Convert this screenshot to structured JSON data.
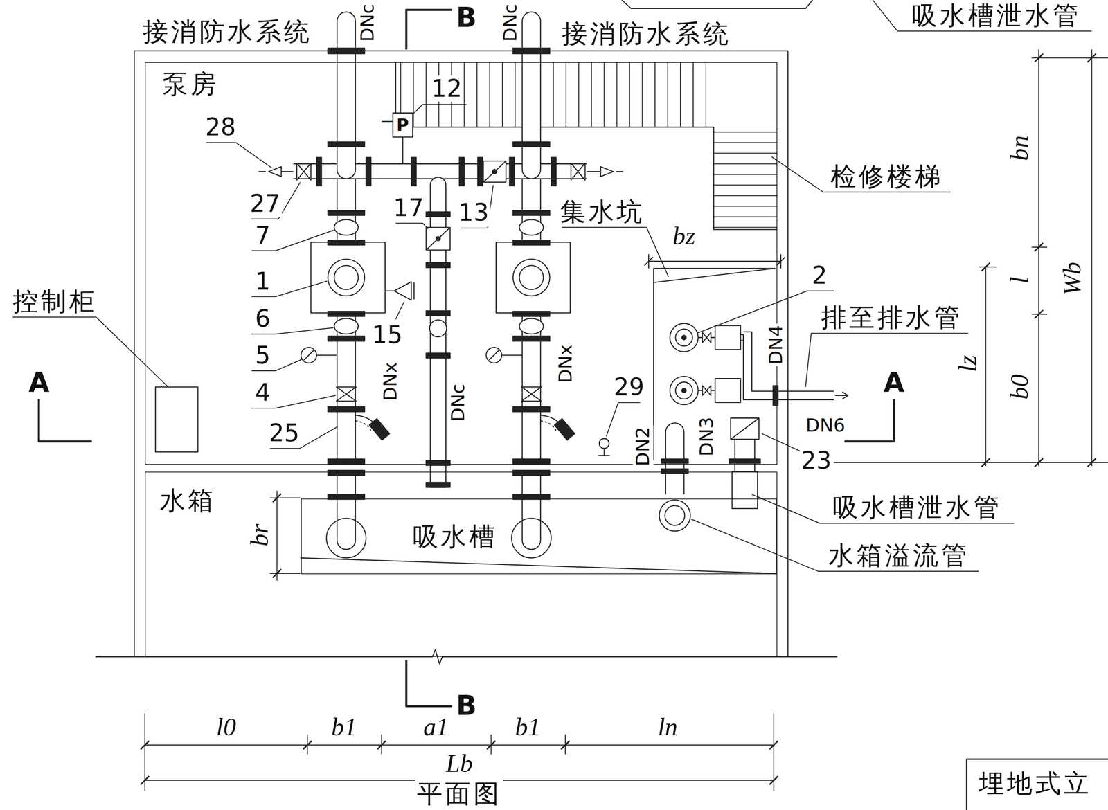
{
  "diagram": {
    "nodes": [
      {
        "text": [
          "泵房"
        ]
      },
      {
        "text": [
          "水箱"
        ]
      },
      {
        "text": [
          "吸水槽"
        ],
        "in": 1
      }
    ],
    "labels": [
      "吸水槽泄水管",
      "DNc",
      "B",
      "DNc",
      "接消防水系统",
      "接消防水系统",
      "12",
      "P",
      "28",
      "27",
      "17",
      "13",
      "7",
      "1",
      "6",
      "5",
      "15",
      "DNx",
      "4",
      "25",
      "DNc",
      "DNx",
      "检修楼梯",
      "集水坑",
      "bz",
      "2",
      "排至排水管",
      "DN4",
      "29",
      "DN6",
      "DN2",
      "DN3",
      "23",
      "吸水槽泄水管",
      "水箱溢流管",
      "控制柜",
      "A",
      "A",
      "B",
      "bn",
      "l",
      "Wb",
      "lz",
      "b0",
      "br",
      "l0",
      "b1",
      "a1",
      "b1",
      "ln",
      "Lb",
      "平面图",
      "埋地式立"
    ]
  }
}
